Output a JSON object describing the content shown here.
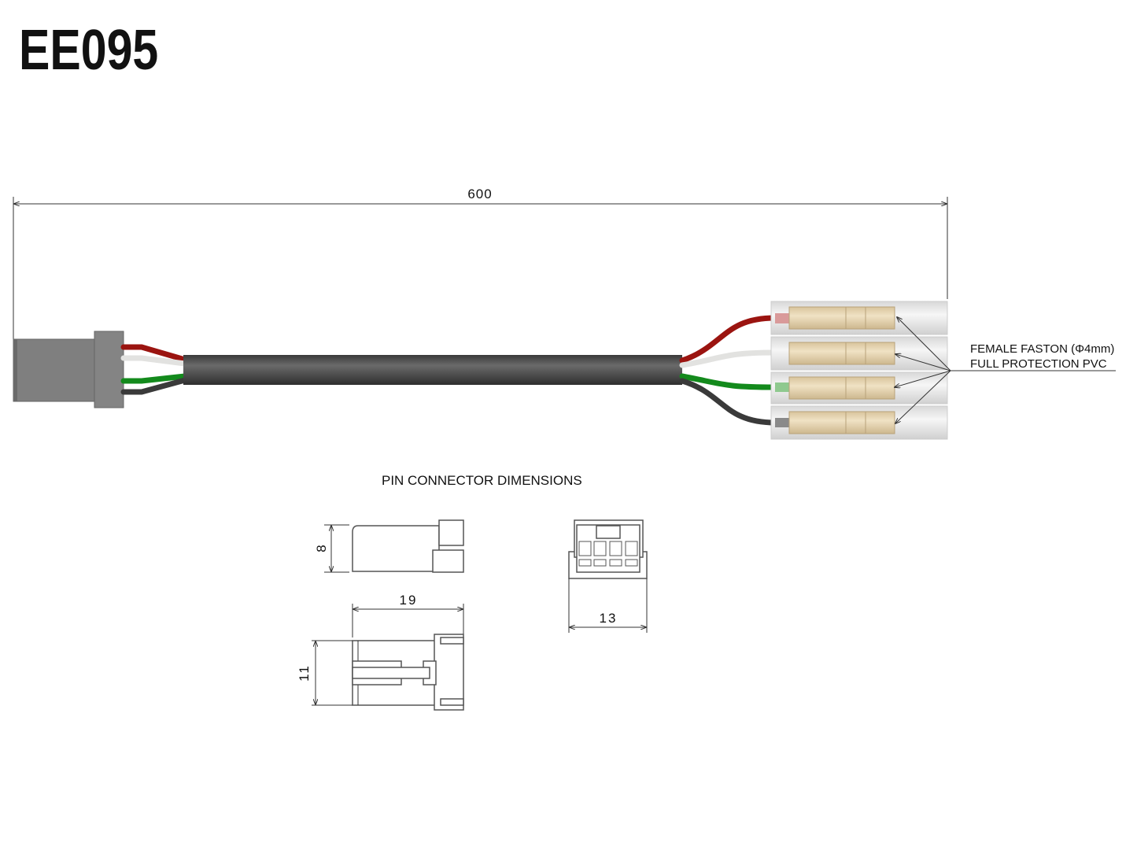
{
  "title": "EE095",
  "overall_length": "600",
  "callout": {
    "line1": "FEMALE FASTON (Φ4mm)",
    "line2": "FULL PROTECTION PVC"
  },
  "section_title": "PIN CONNECTOR DIMENSIONS",
  "dimensions": {
    "height": "8",
    "length": "19",
    "depth": "11",
    "width": "13"
  },
  "wire_colors": {
    "red": "#9b1410",
    "white": "#e8e8e6",
    "green": "#138a1c",
    "black": "#3a3a3a"
  },
  "colors": {
    "cable": "#4a4a4a",
    "connector": "#7f7f7f",
    "faston_terminal": "#e8d7b4",
    "pvc_sleeve": "#ececec"
  }
}
